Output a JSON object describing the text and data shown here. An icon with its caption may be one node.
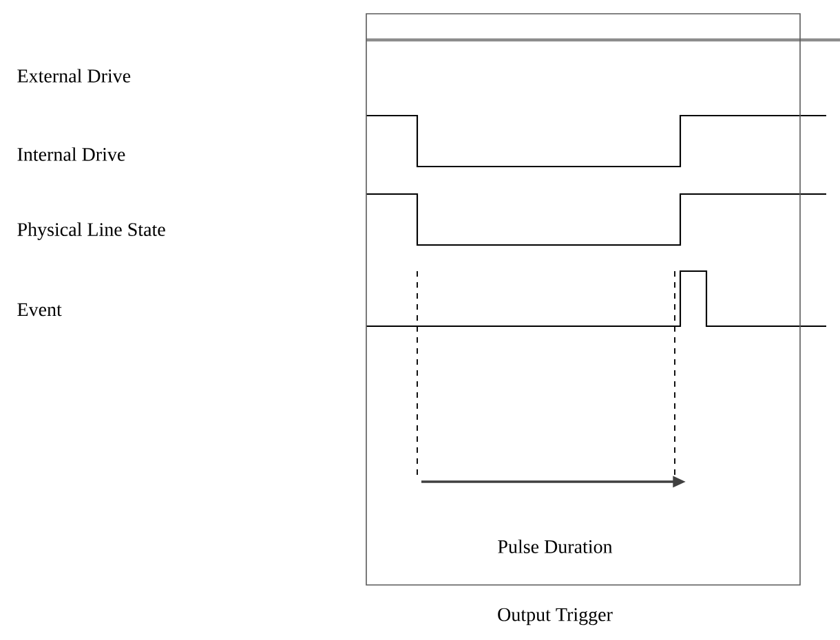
{
  "diagram": {
    "nodes": [
      {
        "text": [
          "Pulse Duration",
          "Output Trigger"
        ]
      }
    ],
    "labels": [
      "External Drive",
      "Internal Drive",
      "Physical Line State",
      "Event"
    ]
  }
}
